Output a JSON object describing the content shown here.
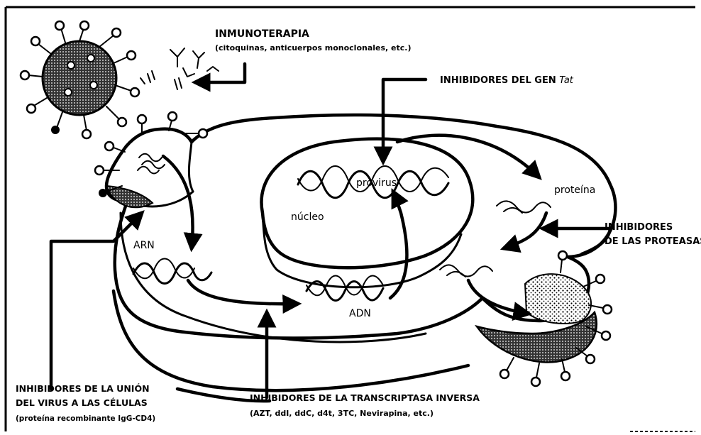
{
  "labels": {
    "inmunoterapia_title": "INMUNOTERAPIA",
    "inmunoterapia_sub": "(citoquinas, anticuerpos monoclonales, etc.)",
    "tat_prefix": "INHIBIDORES DEL GEN ",
    "tat_gene": "Tat",
    "proteina": "proteína",
    "proteasas_line1": "INHIBIDORES",
    "proteasas_line2": "DE LAS PROTEASAS",
    "provirus": "provirus",
    "nucleo": "núcleo",
    "arn": "ARN",
    "adn": "ADN",
    "union_line1": "INHIBIDORES DE LA UNIÓN",
    "union_line2": "DEL VIRUS A LAS CÉLULAS",
    "union_line3": "(proteína recombinante IgG-CD4)",
    "transcriptasa_line1": "INHIBIDORES DE LA TRANSCRIPTASA INVERSA",
    "transcriptasa_line2": "(AZT, ddI, ddC, d4t, 3TC, Nevirapina, etc.)"
  },
  "colors": {
    "ink": "#000000",
    "paper": "#ffffff",
    "shade": "#9a9a9a"
  }
}
